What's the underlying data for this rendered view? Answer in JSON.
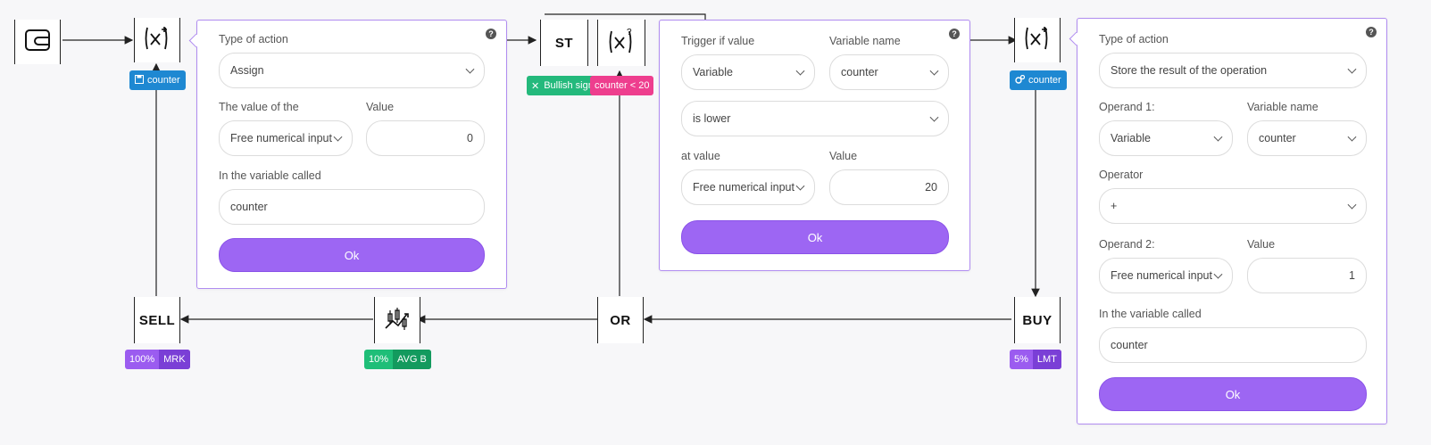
{
  "nodes": {
    "st": "ST",
    "or": "OR",
    "sell": "SELL",
    "buy": "BUY"
  },
  "chips": {
    "assign_var": "counter",
    "store_var": "counter",
    "bullish": "Bullish sign",
    "condition": "counter < 20",
    "sell_pct": "100%",
    "sell_type": "MRK",
    "avg_pct": "10%",
    "avg_type": "AVG B",
    "buy_pct": "5%",
    "buy_type": "LMT"
  },
  "colors": {
    "accent": "#9d66f3",
    "blue_chip": "#1e88d2",
    "green_chip": "#1fbe78",
    "pink_chip": "#ee3e8e"
  },
  "panel1": {
    "type_label": "Type of action",
    "type_value": "Assign",
    "value_of_label": "The value of the",
    "value_of_value": "Free numerical input",
    "value_label": "Value",
    "value_value": "0",
    "var_label": "In the variable called",
    "var_value": "counter",
    "ok": "Ok"
  },
  "panel2": {
    "trigger_label": "Trigger if value",
    "trigger_value": "Variable",
    "varname_label": "Variable name",
    "varname_value": "counter",
    "compare_value": "is lower",
    "atvalue_label": "at value",
    "atvalue_value": "Free numerical input",
    "value_label": "Value",
    "value_value": "20",
    "ok": "Ok"
  },
  "panel3": {
    "type_label": "Type of action",
    "type_value": "Store the result of the operation",
    "op1_label": "Operand 1:",
    "op1_value": "Variable",
    "varname_label": "Variable name",
    "varname_value": "counter",
    "operator_label": "Operator",
    "operator_value": "+",
    "op2_label": "Operand 2:",
    "op2_value": "Free numerical input",
    "value_label": "Value",
    "value_value": "1",
    "var_label": "In the variable called",
    "var_value": "counter",
    "ok": "Ok"
  },
  "icons": [
    "wallet-icon",
    "assign-variable-icon",
    "condition-variable-icon",
    "operation-variable-icon",
    "candlestick-chart-icon",
    "help-icon",
    "save-icon",
    "gears-icon",
    "chevron-down-icon",
    "close-icon"
  ]
}
